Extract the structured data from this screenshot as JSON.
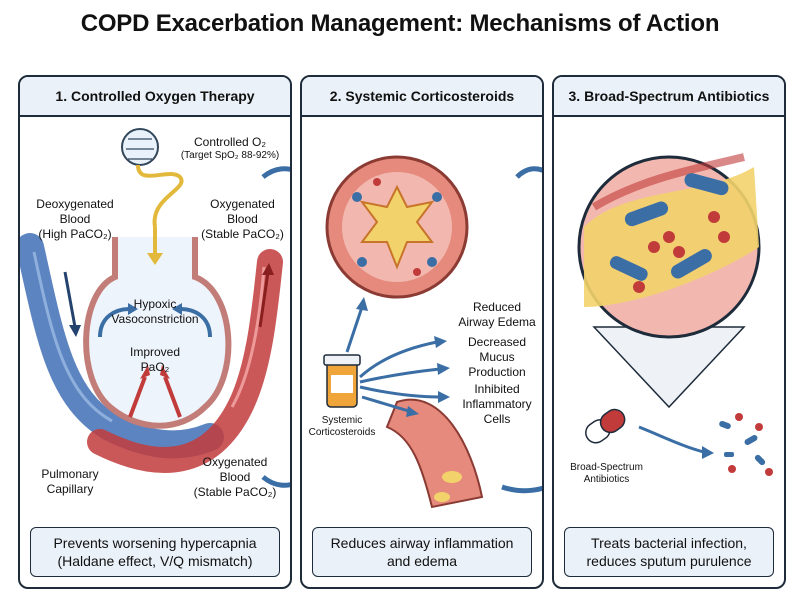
{
  "title": "COPD Exacerbation Management: Mechanisms of Action",
  "panels": [
    {
      "header": "1. Controlled Oxygen Therapy",
      "controlled_o2": "Controlled O₂",
      "target_spo2": "(Target SpO₂ 88-92%)",
      "deoxygenated_line1": "Deoxygenated",
      "deoxygenated_line2": "Blood",
      "deoxygenated_line3": "(High PaCO₂)",
      "oxygenated_top_line1": "Oxygenated",
      "oxygenated_top_line2": "Blood",
      "oxygenated_top_line3": "(Stable PaCO₂)",
      "hypoxic_line1": "Hypoxic",
      "hypoxic_line2": "Vasoconstriction",
      "improved_line1": "Improved",
      "improved_line2": "PaO₂",
      "pulmonary_line1": "Pulmonary",
      "pulmonary_line2": "Capillary",
      "oxygenated_bottom_line1": "Oxygenated",
      "oxygenated_bottom_line2": "Blood",
      "oxygenated_bottom_line3": "(Stable PaCO₂)",
      "footer_line1": "Prevents worsening hypercapnia",
      "footer_line2": "(Haldane effect, V/Q mismatch)"
    },
    {
      "header": "2. Systemic Corticosteroids",
      "effect1_line1": "Reduced",
      "effect1_line2": "Airway Edema",
      "effect2_line1": "Decreased",
      "effect2_line2": "Mucus",
      "effect2_line3": "Production",
      "effect3_line1": "Inhibited",
      "effect3_line2": "Inflammatory",
      "effect3_line3": "Cells",
      "drug_line1": "Systemic",
      "drug_line2": "Corticosteroids",
      "footer_line1": "Reduces airway inflammation",
      "footer_line2": "and edema"
    },
    {
      "header": "3. Broad-Spectrum Antibiotics",
      "drug_line1": "Broad-Spectrum",
      "drug_line2": "Antibiotics",
      "footer_line1": "Treats bacterial infection,",
      "footer_line2": "reduces sputum purulence"
    }
  ],
  "colors": {
    "border": "#1e2b3a",
    "header_bg": "#eaf1f8",
    "arrow_blue": "#3a6ea5",
    "vein_blue": "#3f6fb5",
    "artery_red": "#c23b3b",
    "tissue_pink": "#f2b8b0",
    "mucus_yellow": "#f2d36b"
  }
}
